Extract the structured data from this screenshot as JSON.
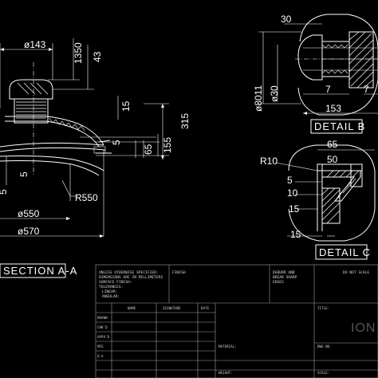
{
  "section_view": {
    "dims": {
      "d143": "ø143",
      "d1350": "1350",
      "d43": "43",
      "d15_top": "15",
      "d315": "315",
      "d155": "155",
      "d65": "65",
      "d5_a": "5",
      "d5_b": "5",
      "d5_c": "5",
      "r550": "R550",
      "d550": "ø550",
      "d570": "ø570"
    },
    "label": "SECTION A-A"
  },
  "detail_b": {
    "dims": {
      "d30": "30",
      "d7": "7",
      "d8011": "ø8011",
      "dphi30": "ø30",
      "d7_b": "7",
      "d153": "153"
    },
    "label": "DETAIL B"
  },
  "detail_c": {
    "dims": {
      "d65": "65",
      "d50": "50",
      "r10": "R10",
      "d5": "5",
      "d10": "10",
      "d15_a": "15",
      "d15_b": "15"
    },
    "label": "DETAIL C"
  },
  "title_block": {
    "notes": [
      "UNLESS OTHERWISE SPECIFIED:",
      "DIMENSIONS ARE IN MILLIMETERS",
      "SURFACE FINISH:",
      "TOLERANCES:",
      "LINEAR:",
      "ANGULAR:"
    ],
    "finish": "FINISH",
    "deburr": [
      "DEBURR AND",
      "BREAK SHARP",
      "EDGES"
    ],
    "no_scale": "DO NOT SCALE",
    "col_name": "NAME",
    "col_signature": "SIGNATURE",
    "col_date": "DATE",
    "title_label": "TITLE:",
    "row_labels": [
      "DRAWN",
      "CHK'D",
      "APPV'D",
      "MFG",
      "Q.A"
    ],
    "material": "MATERIAL:",
    "dwg_no": "DWG NO.",
    "weight": "WEIGHT:",
    "scale": "SCALE:",
    "title_ghost": "ION"
  }
}
